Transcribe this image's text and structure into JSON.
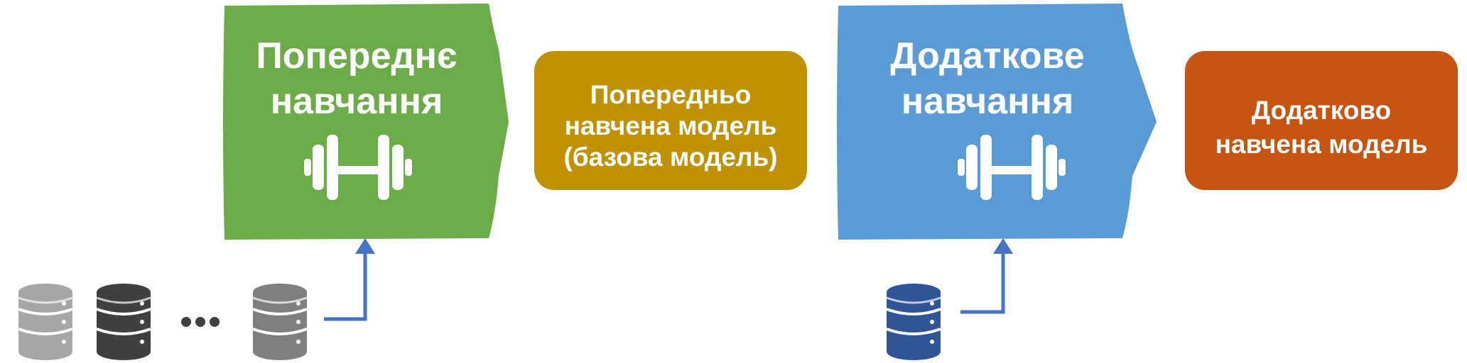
{
  "colors": {
    "pretraining": "#6bab48",
    "pretrained_model": "#bf9100",
    "finetuning": "#5b9bd5",
    "finetuned_model": "#c55312",
    "arrow": "#4472c4",
    "db_light": "#a6a6a6",
    "db_dark": "#404040",
    "db_mid": "#7f7f7f",
    "db_blue": "#2f5597"
  },
  "stages": {
    "pretraining": {
      "line1": "Попереднє",
      "line2": "навчання",
      "icon": "dumbbell-icon"
    },
    "pretrained_model": {
      "line1": "Попередньо",
      "line2": "навчена модель",
      "line3": "(базова модель)"
    },
    "finetuning": {
      "line1": "Додаткове",
      "line2": "навчання",
      "icon": "dumbbell-icon"
    },
    "finetuned_model": {
      "line1": "Додатково",
      "line2": "навчена модель"
    }
  },
  "datasets": {
    "pretraining_icons": [
      "database-icon",
      "database-icon",
      "database-icon"
    ],
    "ellipsis": "...",
    "finetuning_icon": "database-icon"
  }
}
